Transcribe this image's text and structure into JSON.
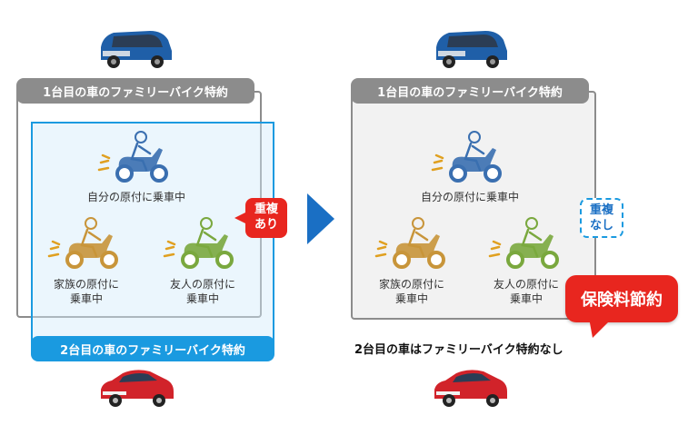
{
  "colors": {
    "gray_pill": "#8c8c8c",
    "blue_pill": "#1a9ae0",
    "red_callout": "#e8261f",
    "arrow_blue": "#1a6fc4",
    "panel_gray": "#f2f2f2",
    "bike_blue": "#3a6fb0",
    "bike_orange": "#c8953a",
    "bike_green": "#7aa83e"
  },
  "left": {
    "policy1_label": "1台目の車のファミリーバイク特約",
    "policy2_label": "2台目の車のファミリーバイク特約",
    "own_bike": "自分の原付に乗車中",
    "family_bike_line1": "家族の原付に",
    "family_bike_line2": "乗車中",
    "friend_bike_line1": "友人の原付に",
    "friend_bike_line2": "乗車中",
    "overlap_line1": "重複",
    "overlap_line2": "あり"
  },
  "right": {
    "policy1_label": "1台目の車のファミリーバイク特約",
    "own_bike": "自分の原付に乗車中",
    "family_bike_line1": "家族の原付に",
    "family_bike_line2": "乗車中",
    "friend_bike_line1": "友人の原付に",
    "friend_bike_line2": "乗車中",
    "overlap_line1": "重複",
    "overlap_line2": "なし",
    "no_rider_text": "2台目の車はファミリーバイク特約なし",
    "savings_callout": "保険料節約"
  },
  "icons": {
    "car1": "blue-minivan-icon",
    "car2": "red-hatchback-icon",
    "rider": "scooter-rider-icon",
    "arrow": "right-arrow-icon"
  }
}
